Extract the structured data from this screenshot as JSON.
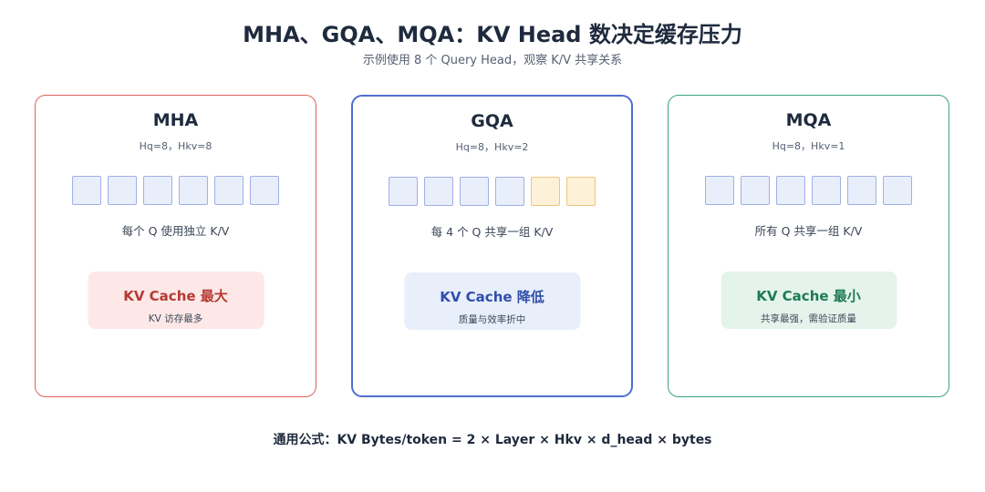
{
  "title": "MHA、GQA、MQA：KV Head 数决定缓存压力",
  "subtitle": "示例使用 8 个 Query Head，观察 K/V 共享关系",
  "panels": [
    {
      "name": "MHA",
      "params": "Hq=8，Hkv=8",
      "head_count": 6,
      "kv_highlight_count": 0,
      "description": "每个 Q 使用独立 K/V",
      "badge_main": "KV Cache 最大",
      "badge_sub": "KV 访存最多",
      "border_color": "#d9645c"
    },
    {
      "name": "GQA",
      "params": "Hq=8，Hkv=2",
      "head_count": 6,
      "kv_highlight_count": 2,
      "description": "每 4 个 Q 共享一组 K/V",
      "badge_main": "KV Cache 降低",
      "badge_sub": "质量与效率折中",
      "border_color": "#4f6fcf"
    },
    {
      "name": "MQA",
      "params": "Hq=8，Hkv=1",
      "head_count": 6,
      "kv_highlight_count": 0,
      "description": "所有 Q 共享一组 K/V",
      "badge_main": "KV Cache 最小",
      "badge_sub": "共享最强，需验证质量",
      "border_color": "#3aa37b"
    }
  ],
  "formula": "通用公式：KV Bytes/token = 2 × Layer × Hkv × d_head × bytes",
  "colors": {
    "query_head_fill": "#e9eefb",
    "kv_head_fill": "#fdf1d8"
  }
}
